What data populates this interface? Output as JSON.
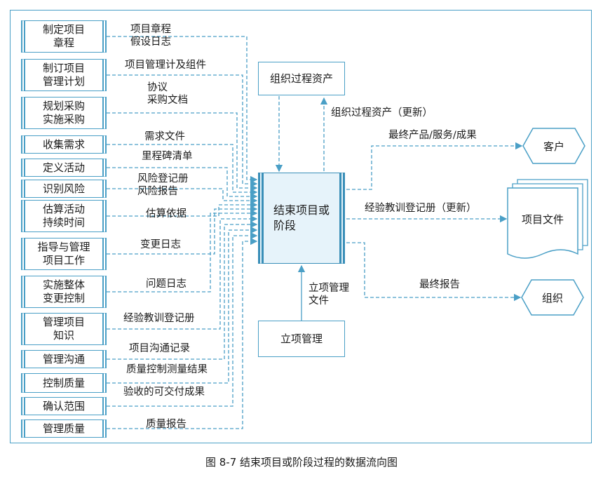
{
  "inputs": [
    {
      "name": "制定项目\n章程",
      "flow": "项目章程\n假设日志"
    },
    {
      "name": "制订项目\n管理计划",
      "flow": "项目管理计及组件"
    },
    {
      "name": "规划采购\n实施采购",
      "flow": "协议\n采购文档"
    },
    {
      "name": "收集需求",
      "flow": "需求文件"
    },
    {
      "name": "定义活动",
      "flow": "里程碑清单"
    },
    {
      "name": "识别风险",
      "flow": "风险登记册\n风险报告"
    },
    {
      "name": "估算活动\n持续时间",
      "flow": "估算依据"
    },
    {
      "name": "指导与管理\n项目工作",
      "flow": "变更日志"
    },
    {
      "name": "实施整体\n变更控制",
      "flow": "问题日志"
    },
    {
      "name": "管理项目\n知识",
      "flow": "经验教训登记册"
    },
    {
      "name": "管理沟通",
      "flow": "项目沟通记录"
    },
    {
      "name": "控制质量",
      "flow": "质量控制测量结果"
    },
    {
      "name": "确认范围",
      "flow": "验收的可交付成果"
    },
    {
      "name": "管理质量",
      "flow": "质量报告"
    }
  ],
  "center": "结束项目或\n阶段",
  "org_assets": "组织过程资产",
  "org_assets_update": "组织过程资产（更新）",
  "project_mgmt": "立项管理",
  "project_mgmt_flow": "立项管理\n文件",
  "outputs": {
    "final_product": "最终产品/服务/成果",
    "customer": "客户",
    "lessons_update": "经验教训登记册（更新）",
    "project_docs": "项目文件",
    "final_report": "最终报告",
    "organization": "组织"
  },
  "caption": "图 8-7   结束项目或阶段过程的数据流向图",
  "colors": {
    "line": "#4a9fc6",
    "center_fill": "#e6f3fa",
    "text": "#1a1a1a"
  }
}
